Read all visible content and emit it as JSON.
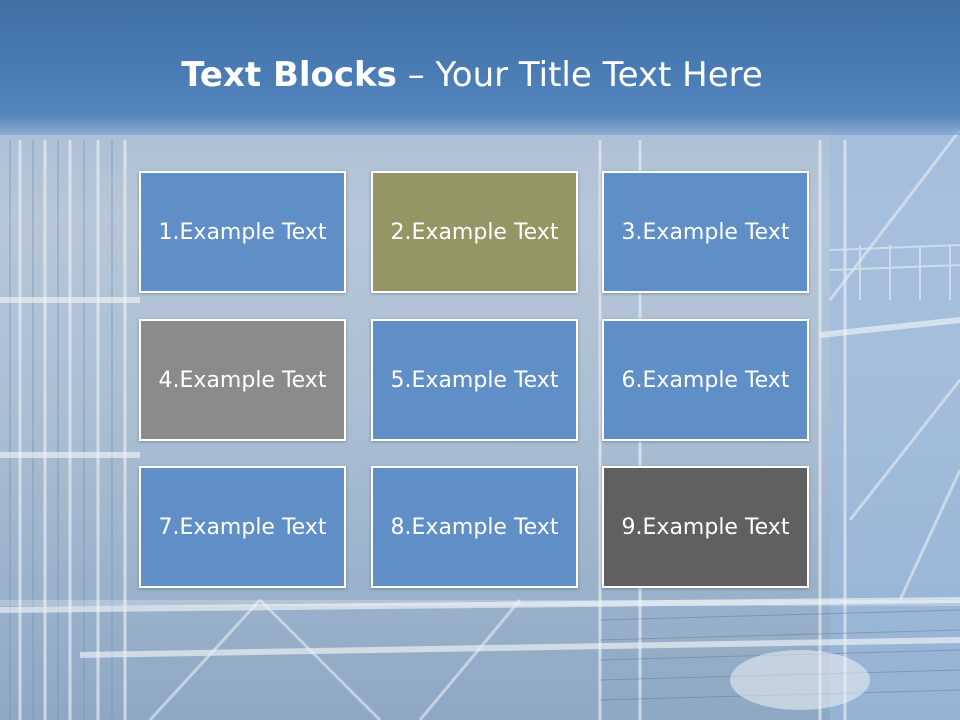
{
  "title": {
    "bold": "Text Blocks",
    "dash": " – ",
    "rest": "Your Title Text Here"
  },
  "blocks": [
    {
      "label": "1.Example Text",
      "color": "#5f8fc6"
    },
    {
      "label": "2.Example Text",
      "color": "#949664"
    },
    {
      "label": "3.Example Text",
      "color": "#5f8fc6"
    },
    {
      "label": "4.Example Text",
      "color": "#8b8b8b"
    },
    {
      "label": "5.Example Text",
      "color": "#5f8fc6"
    },
    {
      "label": "6.Example Text",
      "color": "#5f8fc6"
    },
    {
      "label": "7.Example Text",
      "color": "#5f8fc6"
    },
    {
      "label": "8.Example Text",
      "color": "#5f8fc6"
    },
    {
      "label": "9.Example Text",
      "color": "#606060"
    }
  ]
}
